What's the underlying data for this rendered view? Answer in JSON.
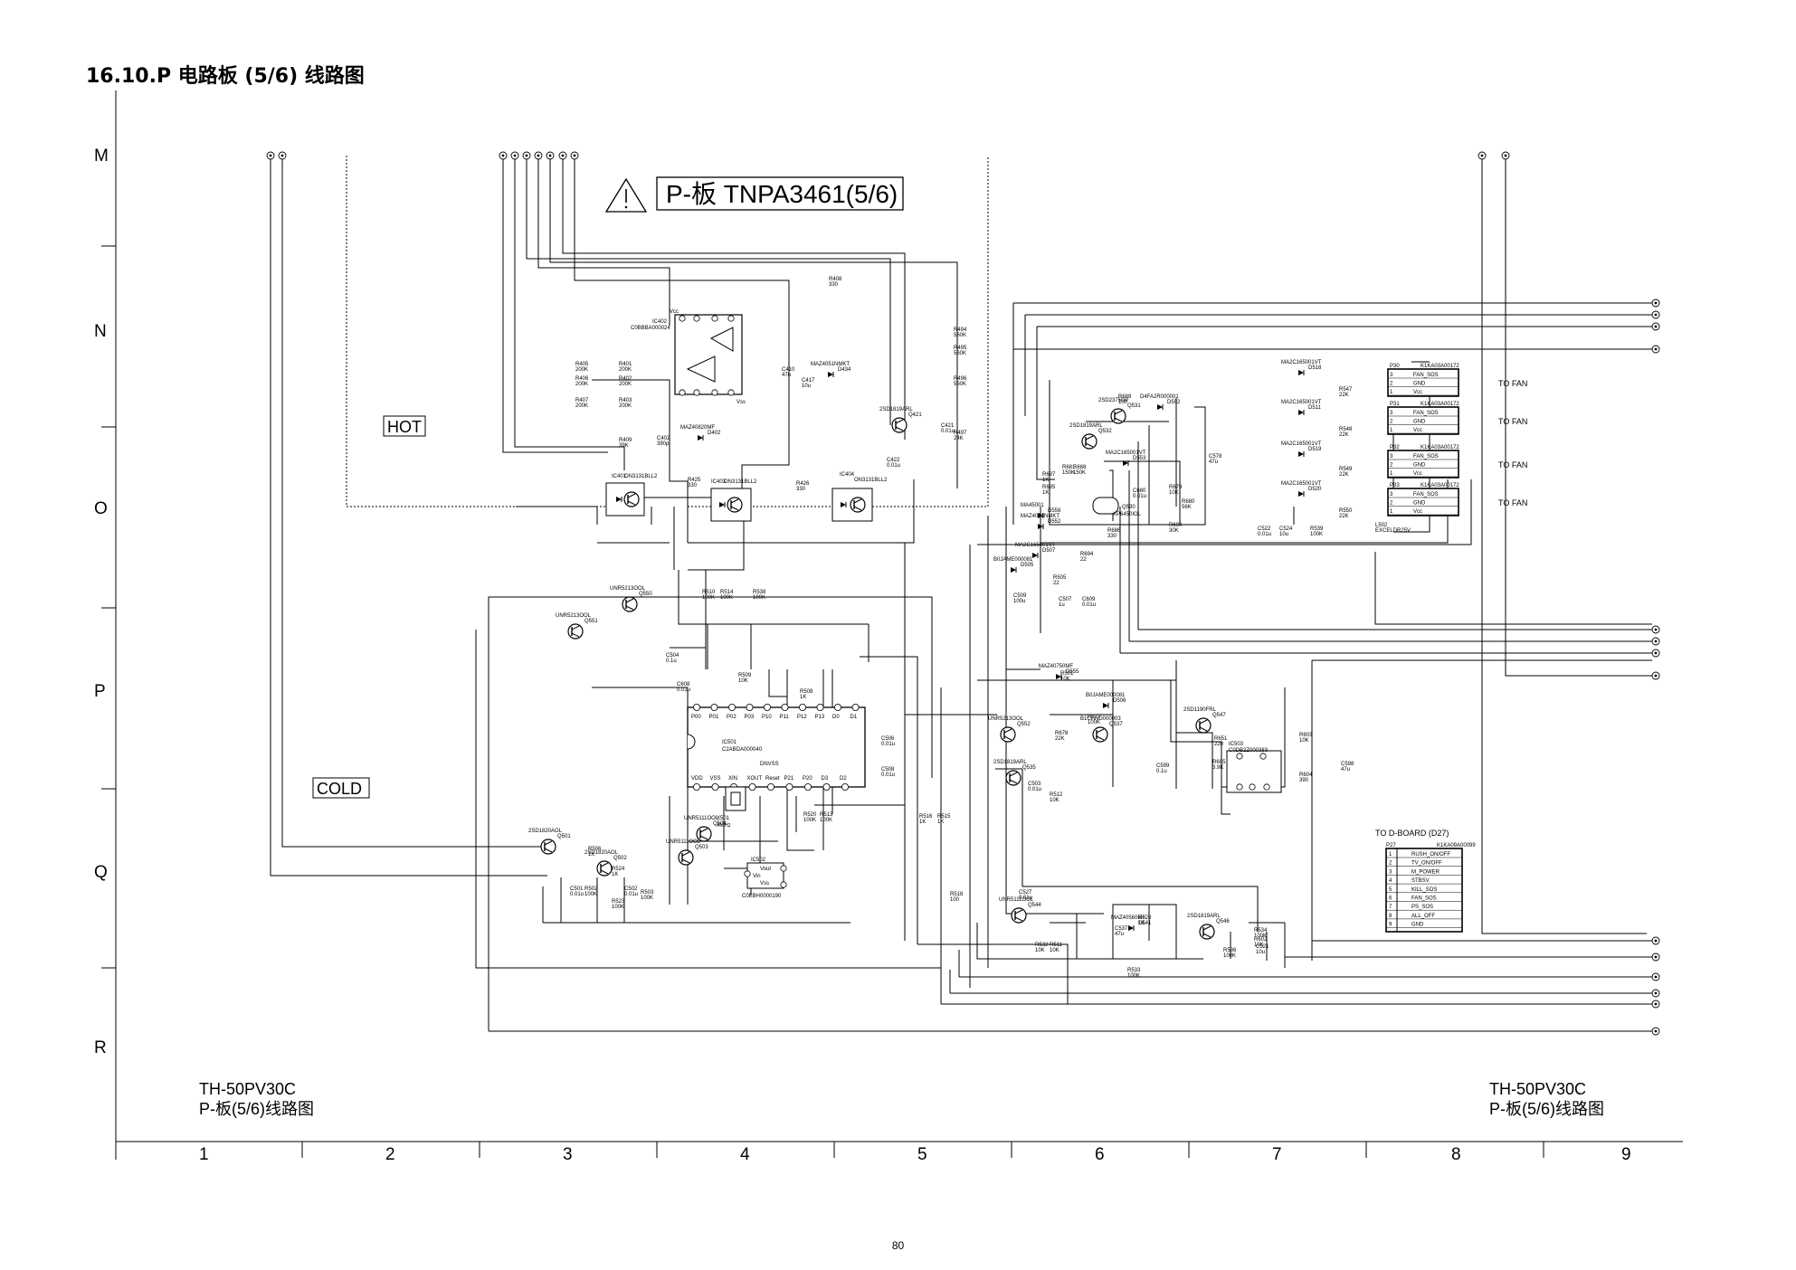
{
  "page": {
    "title": "16.10.P 电路板 (5/6) 线路图",
    "board_label": "P-板 TNPA3461(5/6)",
    "warning_symbol": "warning-triangle-icon",
    "hot_label": "HOT",
    "cold_label": "COLD",
    "model_left_line1": "TH-50PV30C",
    "model_left_line2": "P-板(5/6)线路图",
    "model_right_line1": "TH-50PV30C",
    "model_right_line2": "P-板(5/6)线路图",
    "page_number": "80"
  },
  "grid": {
    "rows": [
      "M",
      "N",
      "O",
      "P",
      "Q",
      "R"
    ],
    "columns": [
      "1",
      "2",
      "3",
      "4",
      "5",
      "6",
      "7",
      "8",
      "9"
    ]
  },
  "connectors": {
    "fan": [
      {
        "ref": "P30",
        "part": "K1KA03A00172",
        "pins": [
          "FAN_SOS",
          "GND",
          "Vcc"
        ],
        "note": "TO FAN"
      },
      {
        "ref": "P31",
        "part": "K1KA03A00172",
        "pins": [
          "FAN_SOS",
          "GND",
          "Vcc"
        ],
        "note": "TO FAN"
      },
      {
        "ref": "P32",
        "part": "K1KA03A00172",
        "pins": [
          "FAN_SOS",
          "GND",
          "Vcc"
        ],
        "note": "TO FAN"
      },
      {
        "ref": "P33",
        "part": "K1KA03A00172",
        "pins": [
          "FAN_SOS",
          "GND",
          "Vcc"
        ],
        "note": "TO FAN"
      }
    ],
    "dboard": {
      "title": "TO D-BOARD (D27)",
      "ref": "P27",
      "part": "K1KA09A00099",
      "pins": [
        "RUSH_ON/OFF",
        "TV_ON/OFF",
        "M_POWER",
        "STBSV",
        "KILL_SOS",
        "FAN_SOS",
        "PS_SOS",
        "ALL_OFF",
        "GND"
      ]
    }
  },
  "ics": [
    {
      "ref": "IC402",
      "part": "C0BBBA000024",
      "note": "Vcc",
      "note2": "Vss"
    },
    {
      "ref": "IC401",
      "part": "ON3131BLL2"
    },
    {
      "ref": "IC403",
      "part": "ON3131BLL2"
    },
    {
      "ref": "IC404",
      "part": "ON3131BLL2"
    },
    {
      "ref": "IC501",
      "part": "C2ABDA000040",
      "top_pins": [
        "P00",
        "P01",
        "P02",
        "P03",
        "P10",
        "P11",
        "P12",
        "P13",
        "D0",
        "D1"
      ],
      "bottom_pins": [
        "VDD",
        "VSS",
        "XIN",
        "XOUT",
        "Reset",
        "P21",
        "P20",
        "D3",
        "D2"
      ],
      "note": "DNVSS"
    },
    {
      "ref": "IC502",
      "part": "C0EBH0000190",
      "pins": [
        "Vout",
        "Vin",
        "Vss"
      ]
    },
    {
      "ref": "IC503",
      "part": "C0DB2Z000383"
    }
  ],
  "transistors": [
    {
      "ref": "Q421",
      "part": "2SD1819ARL"
    },
    {
      "ref": "Q531",
      "part": "2SD2375DP"
    },
    {
      "ref": "Q532",
      "part": "2SD1819ARL"
    },
    {
      "ref": "Q530",
      "part": "XP6450IOL"
    },
    {
      "ref": "Q550",
      "part": "UNR5213OOL"
    },
    {
      "ref": "Q551",
      "part": "UNR5213OOL"
    },
    {
      "ref": "Q501",
      "part": "2SD1820AOL"
    },
    {
      "ref": "Q502",
      "part": "2SD1820AOL"
    },
    {
      "ref": "Q503",
      "part": "UNR5111OOL"
    },
    {
      "ref": "Q504",
      "part": "UNR5111OOL"
    },
    {
      "ref": "Q552",
      "part": "UNR5213OOL"
    },
    {
      "ref": "Q535",
      "part": "2SD1819ARL"
    },
    {
      "ref": "Q537",
      "part": "B1CHND000003"
    },
    {
      "ref": "Q547",
      "part": "2SD1190FRL"
    },
    {
      "ref": "Q544",
      "part": "UNR5111OOL"
    },
    {
      "ref": "Q546",
      "part": "2SD1819ARL"
    }
  ],
  "resistors": [
    {
      "ref": "R405",
      "value": "200K"
    },
    {
      "ref": "R406",
      "value": "200K"
    },
    {
      "ref": "R407",
      "value": "200K"
    },
    {
      "ref": "R401",
      "value": "200K"
    },
    {
      "ref": "R402",
      "value": "200K"
    },
    {
      "ref": "R403",
      "value": "200K"
    },
    {
      "ref": "R409",
      "value": "39K"
    },
    {
      "ref": "R425",
      "value": "330"
    },
    {
      "ref": "R426",
      "value": "330"
    },
    {
      "ref": "R408",
      "value": "330"
    },
    {
      "ref": "R494",
      "value": "560K"
    },
    {
      "ref": "R495",
      "value": "560K"
    },
    {
      "ref": "R496",
      "value": "560K"
    },
    {
      "ref": "R497",
      "value": "24K"
    },
    {
      "ref": "R689",
      "value": "100"
    },
    {
      "ref": "R681",
      "value": "150K"
    },
    {
      "ref": "R688",
      "value": "150K"
    },
    {
      "ref": "R687",
      "value": "1K"
    },
    {
      "ref": "R685",
      "value": "1K"
    },
    {
      "ref": "R679",
      "value": "10K"
    },
    {
      "ref": "R680",
      "value": "56K"
    },
    {
      "ref": "R686",
      "value": "330"
    },
    {
      "ref": "R690",
      "value": "30K"
    },
    {
      "ref": "R547",
      "value": "22K"
    },
    {
      "ref": "R548",
      "value": "22K"
    },
    {
      "ref": "R549",
      "value": "22K"
    },
    {
      "ref": "R550",
      "value": "22K"
    },
    {
      "ref": "R539",
      "value": "100K"
    },
    {
      "ref": "R694",
      "value": "22"
    },
    {
      "ref": "R505",
      "value": "22"
    },
    {
      "ref": "R510",
      "value": "100K"
    },
    {
      "ref": "R514",
      "value": "100K"
    },
    {
      "ref": "R538",
      "value": "100K"
    },
    {
      "ref": "R509",
      "value": "10K"
    },
    {
      "ref": "R508",
      "value": "1K"
    },
    {
      "ref": "R501",
      "value": "10K"
    },
    {
      "ref": "R677",
      "value": "100K"
    },
    {
      "ref": "R678",
      "value": "22K"
    },
    {
      "ref": "R512",
      "value": "10K"
    },
    {
      "ref": "R520",
      "value": "100K"
    },
    {
      "ref": "R513",
      "value": "100K"
    },
    {
      "ref": "R516",
      "value": "1K"
    },
    {
      "ref": "R515",
      "value": "1K"
    },
    {
      "ref": "R506",
      "value": "1K"
    },
    {
      "ref": "R524",
      "value": "1K"
    },
    {
      "ref": "R502",
      "value": "100K"
    },
    {
      "ref": "R503",
      "value": "100K"
    },
    {
      "ref": "R523",
      "value": "100K"
    },
    {
      "ref": "R518",
      "value": "100"
    },
    {
      "ref": "R511",
      "value": "10K"
    },
    {
      "ref": "R532",
      "value": "10K"
    },
    {
      "ref": "R528",
      "value": "1K"
    },
    {
      "ref": "R533",
      "value": "100K"
    },
    {
      "ref": "R534",
      "value": "100K"
    },
    {
      "ref": "R536",
      "value": "100K"
    },
    {
      "ref": "R602",
      "value": "10K"
    },
    {
      "ref": "R603",
      "value": "10K"
    },
    {
      "ref": "R604",
      "value": "390"
    },
    {
      "ref": "R605",
      "value": "3.9K"
    },
    {
      "ref": "R651",
      "value": "220"
    }
  ],
  "capacitors": [
    {
      "ref": "C402",
      "value": "390p"
    },
    {
      "ref": "C410",
      "value": "47u"
    },
    {
      "ref": "C417",
      "value": "10u"
    },
    {
      "ref": "C421",
      "value": "0.01u"
    },
    {
      "ref": "C422",
      "value": "0.01u"
    },
    {
      "ref": "C680",
      "value": "0.01u"
    },
    {
      "ref": "C578",
      "value": "47u"
    },
    {
      "ref": "C522",
      "value": "0.01u"
    },
    {
      "ref": "C524",
      "value": "10u"
    },
    {
      "ref": "C509",
      "value": "100u"
    },
    {
      "ref": "C507",
      "value": "1u"
    },
    {
      "ref": "C609",
      "value": "0.01u"
    },
    {
      "ref": "C504",
      "value": "0.1u"
    },
    {
      "ref": "C608",
      "value": "0.01u"
    },
    {
      "ref": "C506",
      "value": "0.01u"
    },
    {
      "ref": "C508",
      "value": "0.01u"
    },
    {
      "ref": "C503",
      "value": "0.01u"
    },
    {
      "ref": "C599",
      "value": "0.1u"
    },
    {
      "ref": "C598",
      "value": "47u"
    },
    {
      "ref": "C501",
      "value": "0.01u"
    },
    {
      "ref": "C502",
      "value": "0.01u"
    },
    {
      "ref": "C527",
      "value": "0.01u"
    },
    {
      "ref": "C537",
      "value": "47u"
    },
    {
      "ref": "C521",
      "value": "10u"
    }
  ],
  "diodes": [
    {
      "ref": "D402",
      "part": "MAZ40820MF"
    },
    {
      "ref": "D434",
      "part": "MAZ4051NMKT"
    },
    {
      "ref": "D518",
      "part": "MA2C165001VT"
    },
    {
      "ref": "D511",
      "part": "MA2C165001VT"
    },
    {
      "ref": "D519",
      "part": "MA2C165001VT"
    },
    {
      "ref": "D520",
      "part": "MA2C165001VT"
    },
    {
      "ref": "D502",
      "part": "D4FA2R000001"
    },
    {
      "ref": "D553",
      "part": "MA2C165001VT"
    },
    {
      "ref": "D558",
      "part": "MA45001"
    },
    {
      "ref": "D552",
      "part": "MAZ4051NMKT"
    },
    {
      "ref": "D507",
      "part": "MA2C165001VT"
    },
    {
      "ref": "D505",
      "part": "B0JAME000081"
    },
    {
      "ref": "D555",
      "part": "MAZ40750MF"
    },
    {
      "ref": "D506",
      "part": "B0JAME000081"
    },
    {
      "ref": "D541",
      "part": "MAZ40560MF"
    }
  ],
  "misc": [
    {
      "ref": "X501",
      "value": "4MHz"
    },
    {
      "ref": "L502",
      "part": "EXCELDR25V"
    }
  ]
}
